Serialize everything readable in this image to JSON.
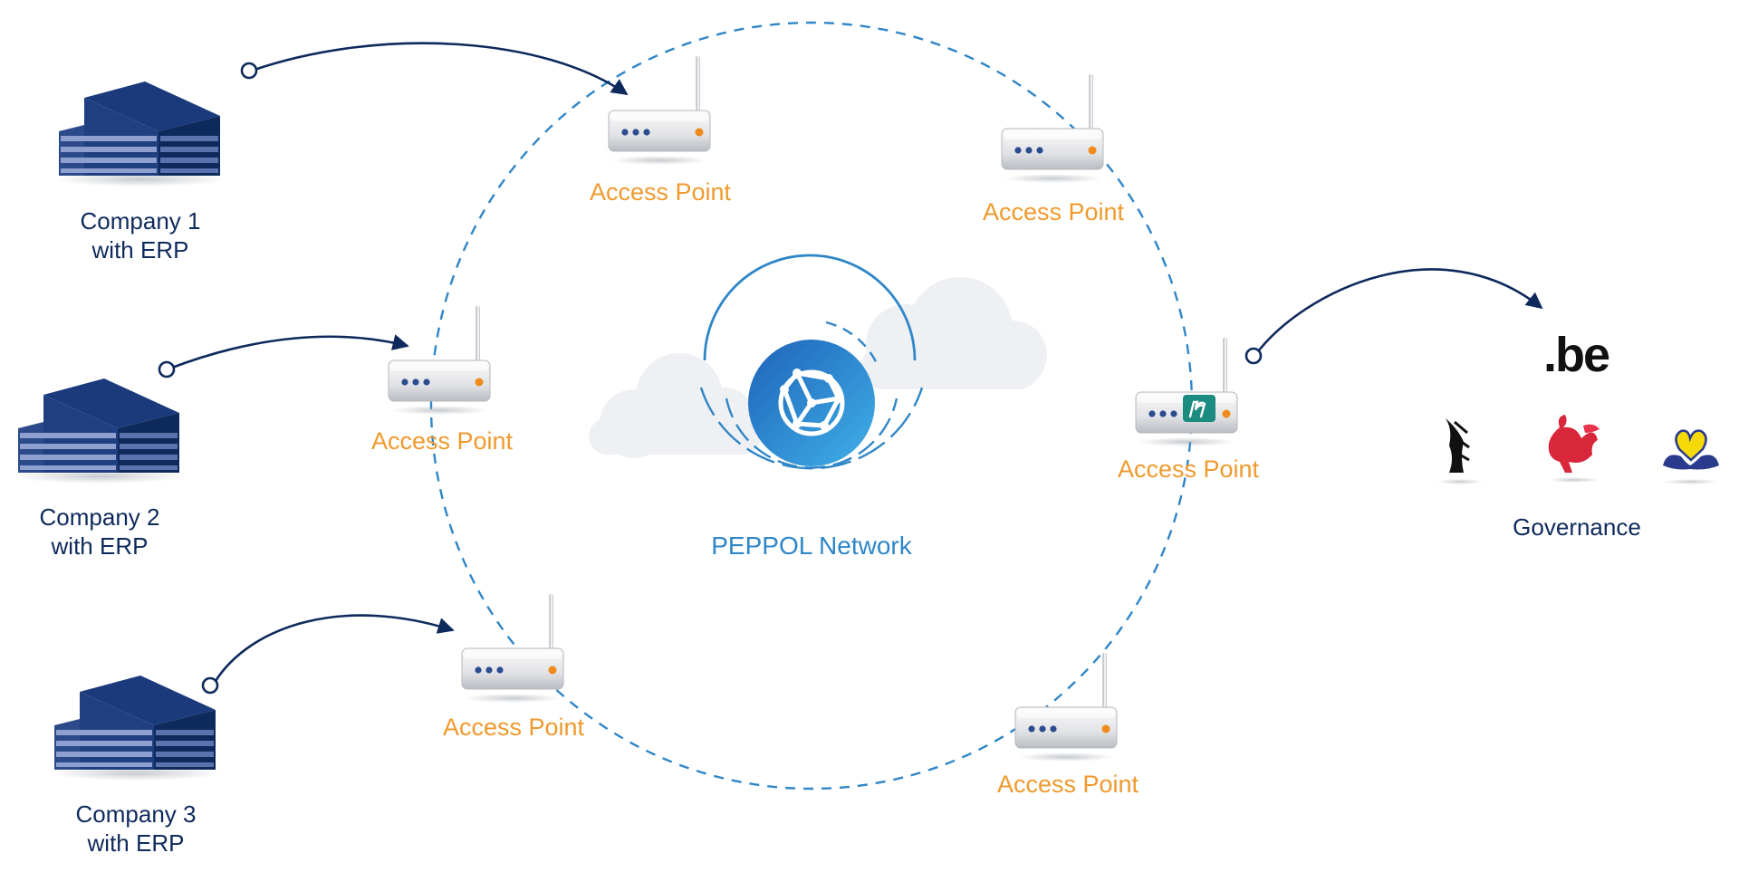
{
  "companies": [
    {
      "line1": "Company 1",
      "line2": "with ERP"
    },
    {
      "line1": "Company 2",
      "line2": "with ERP"
    },
    {
      "line1": "Company 3",
      "line2": "with ERP"
    }
  ],
  "access_points": [
    {
      "label": "Access Point"
    },
    {
      "label": "Access Point"
    },
    {
      "label": "Access Point"
    },
    {
      "label": "Access Point"
    },
    {
      "label": "Access Point"
    },
    {
      "label": "Access Point"
    }
  ],
  "network": {
    "label": "PEPPOL Network"
  },
  "governance": {
    "label": "Governance",
    "be_logo_text": ".be"
  },
  "colors": {
    "navy": "#0e2a5c",
    "building_light": "#8a9ccc",
    "access_point_orange": "#f09a2e",
    "ring_blue": "#2f86c8",
    "cloud_gray": "#eef0f3",
    "mercurius_teal": "#1c8b80"
  }
}
